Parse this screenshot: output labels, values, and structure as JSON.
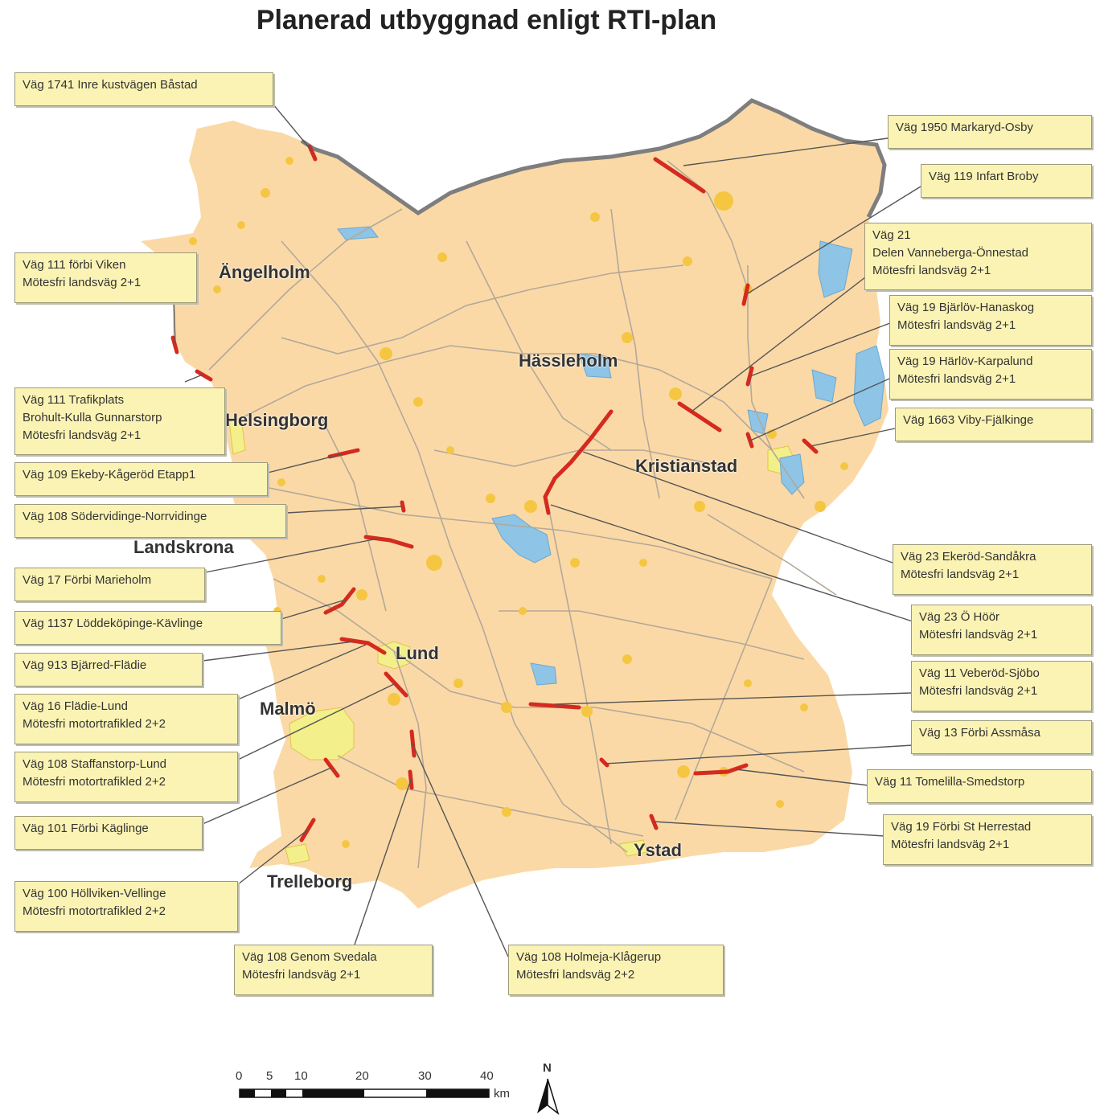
{
  "title": "Planerad utbyggnad enligt RTI-plan",
  "colors": {
    "land": "#fbd9a6",
    "urban": "#f5c642",
    "city": "#f3ef8a",
    "water": "#8ec4e6",
    "road": "#b3a89a",
    "planned_road": "#d42a1f",
    "border": "#7e7e7e",
    "callout": "#fbf3b4"
  },
  "cities": [
    {
      "id": "angelholm",
      "name": "Ängelholm"
    },
    {
      "id": "helsingborg",
      "name": "Helsingborg"
    },
    {
      "id": "landskrona",
      "name": "Landskrona"
    },
    {
      "id": "hassleholm",
      "name": "Hässleholm"
    },
    {
      "id": "kristianstad",
      "name": "Kristianstad"
    },
    {
      "id": "lund",
      "name": "Lund"
    },
    {
      "id": "malmo",
      "name": "Malmö"
    },
    {
      "id": "trelleborg",
      "name": "Trelleborg"
    },
    {
      "id": "ystad",
      "name": "Ystad"
    }
  ],
  "callouts": [
    {
      "id": "v1741",
      "lines": [
        "Väg 1741 Inre kustvägen Båstad"
      ]
    },
    {
      "id": "v1950",
      "lines": [
        "Väg 1950 Markaryd-Osby"
      ]
    },
    {
      "id": "v119",
      "lines": [
        "Väg 119 Infart Broby"
      ]
    },
    {
      "id": "v21",
      "lines": [
        "Väg 21",
        "Delen Vanneberga-Önnestad",
        "Mötesfri landsväg 2+1"
      ]
    },
    {
      "id": "v111viken",
      "lines": [
        "Väg 111 förbi Viken",
        "Mötesfri landsväg 2+1"
      ]
    },
    {
      "id": "v19bjarlov",
      "lines": [
        "Väg 19 Bjärlöv-Hanaskog",
        "Mötesfri landsväg 2+1"
      ]
    },
    {
      "id": "v19harlov",
      "lines": [
        "Väg 19 Härlöv-Karpalund",
        "Mötesfri landsväg 2+1"
      ]
    },
    {
      "id": "v111brohult",
      "lines": [
        "Väg 111 Trafikplats",
        "Brohult-Kulla Gunnarstorp",
        "Mötesfri landsväg 2+1"
      ]
    },
    {
      "id": "v1663",
      "lines": [
        "Väg 1663 Viby-Fjälkinge"
      ]
    },
    {
      "id": "v109",
      "lines": [
        "Väg 109 Ekeby-Kågeröd Etapp1"
      ]
    },
    {
      "id": "v108soder",
      "lines": [
        "Väg 108 Södervidinge-Norrvidinge"
      ]
    },
    {
      "id": "v23ekerod",
      "lines": [
        "Väg 23 Ekeröd-Sandåkra",
        "Mötesfri landsväg 2+1"
      ]
    },
    {
      "id": "v17",
      "lines": [
        "Väg 17 Förbi Marieholm"
      ]
    },
    {
      "id": "v23hoor",
      "lines": [
        "Väg 23 Ö Höör",
        "Mötesfri landsväg 2+1"
      ]
    },
    {
      "id": "v1137",
      "lines": [
        "Väg 1137 Löddeköpinge-Kävlinge"
      ]
    },
    {
      "id": "v913",
      "lines": [
        "Väg 913 Bjärred-Flädie"
      ]
    },
    {
      "id": "v11veberod",
      "lines": [
        "Väg 11 Veberöd-Sjöbo",
        "Mötesfri landsväg 2+1"
      ]
    },
    {
      "id": "v16",
      "lines": [
        "Väg 16 Flädie-Lund",
        "Mötesfri motortrafikled 2+2"
      ]
    },
    {
      "id": "v13",
      "lines": [
        "Väg 13 Förbi Assmåsa"
      ]
    },
    {
      "id": "v108staffan",
      "lines": [
        "Väg 108 Staffanstorp-Lund",
        "Mötesfri motortrafikled 2+2"
      ]
    },
    {
      "id": "v11tomelilla",
      "lines": [
        "Väg 11 Tomelilla-Smedstorp"
      ]
    },
    {
      "id": "v101",
      "lines": [
        "Väg 101 Förbi Käglinge"
      ]
    },
    {
      "id": "v19herrestad",
      "lines": [
        "Väg 19 Förbi St Herrestad",
        "Mötesfri landsväg 2+1"
      ]
    },
    {
      "id": "v100",
      "lines": [
        "Väg 100 Höllviken-Vellinge",
        "Mötesfri motortrafikled 2+2"
      ]
    },
    {
      "id": "v108svedala",
      "lines": [
        "Väg 108 Genom Svedala",
        "Mötesfri landsväg 2+1"
      ]
    },
    {
      "id": "v108holmeja",
      "lines": [
        "Väg 108 Holmeja-Klågerup",
        "Mötesfri landsväg 2+2"
      ]
    }
  ],
  "scale": {
    "ticks": [
      "0",
      "5",
      "10",
      "20",
      "30",
      "40"
    ],
    "unit": "km"
  },
  "north_label": "N"
}
